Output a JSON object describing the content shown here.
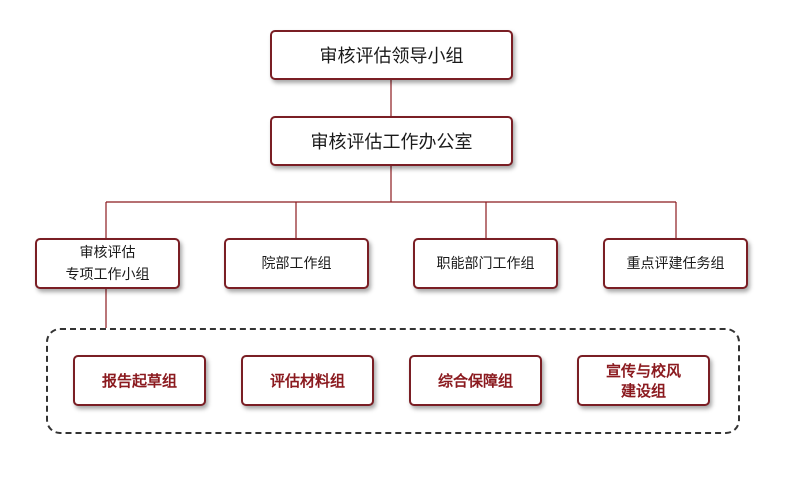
{
  "colors": {
    "box_border": "#7a1e24",
    "sub_text": "#8b1a1f",
    "line": "#8b1a1f",
    "dashed_border": "#333333"
  },
  "level1": {
    "label": "审核评估领导小组"
  },
  "level2": {
    "label": "审核评估工作办公室"
  },
  "groups": [
    {
      "line1": "审核评估",
      "line2": "专项工作小组"
    },
    {
      "label": "院部工作组"
    },
    {
      "label": "职能部门工作组"
    },
    {
      "label": "重点评建任务组"
    }
  ],
  "subgroups": [
    {
      "label": "报告起草组"
    },
    {
      "label": "评估材料组"
    },
    {
      "label": "综合保障组"
    },
    {
      "line1": "宣传与校风",
      "line2": "建设组"
    }
  ]
}
